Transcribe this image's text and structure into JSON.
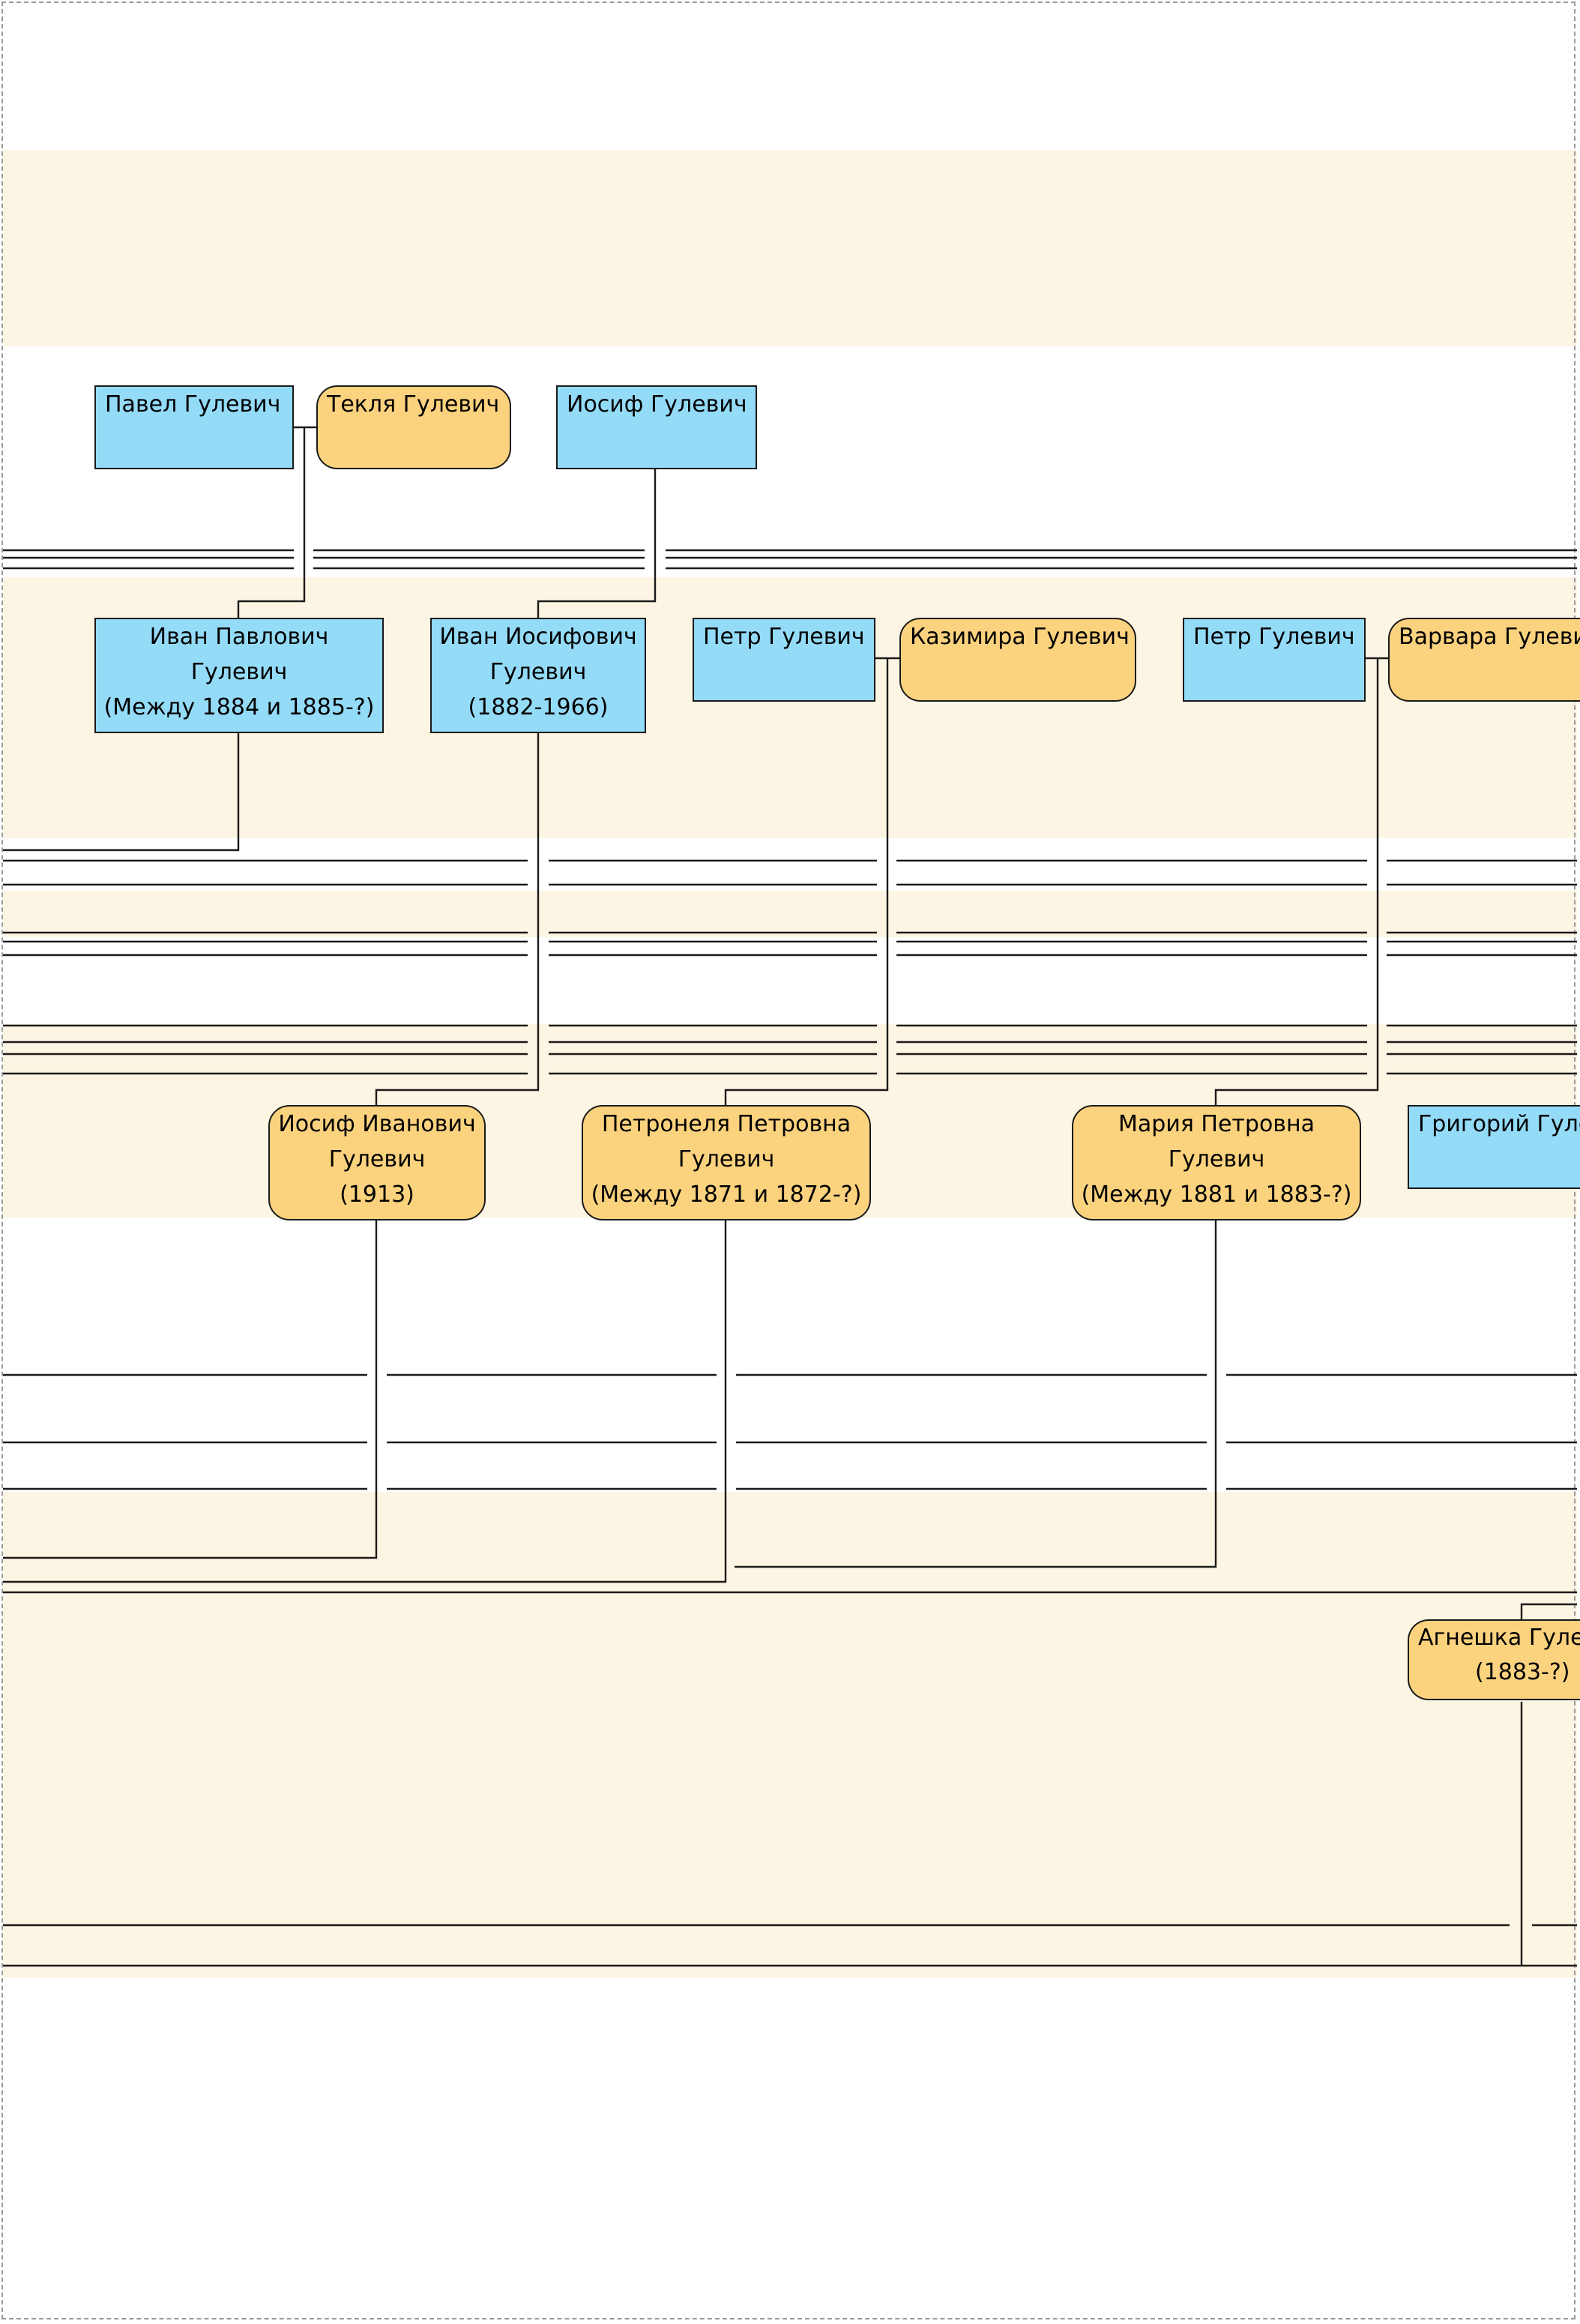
{
  "tree": {
    "people": [
      {
        "id": "pavel",
        "name": "Павел Гулевич",
        "gender": "male"
      },
      {
        "id": "tekla",
        "name": "Текля Гулевич",
        "gender": "female"
      },
      {
        "id": "iosif",
        "name": "Иосиф Гулевич",
        "gender": "male"
      },
      {
        "id": "ivan-pavlovich",
        "name": "Иван Павлович",
        "name2": "Гулевич",
        "dates": "(Между 1884 и 1885-?)",
        "gender": "male"
      },
      {
        "id": "ivan-iosifovich",
        "name": "Иван Иосифович",
        "name2": "Гулевич",
        "dates": "(1882-1966)",
        "gender": "male"
      },
      {
        "id": "petr-1",
        "name": "Петр Гулевич",
        "gender": "male"
      },
      {
        "id": "kazimira",
        "name": "Казимира Гулевич",
        "gender": "female"
      },
      {
        "id": "petr-2",
        "name": "Петр Гулевич",
        "gender": "male"
      },
      {
        "id": "varvara",
        "name": "Варвара Гулевич",
        "gender": "female"
      },
      {
        "id": "iosif-ivanovich",
        "name": "Иосиф Иванович",
        "name2": "Гулевич",
        "dates": "(1913)",
        "gender": "female"
      },
      {
        "id": "petronelya",
        "name": "Петронеля Петровна",
        "name2": "Гулевич",
        "dates": "(Между 1871 и 1872-?)",
        "gender": "female"
      },
      {
        "id": "mariya",
        "name": "Мария Петровна",
        "name2": "Гулевич",
        "dates": "(Между 1881 и 1883-?)",
        "gender": "female"
      },
      {
        "id": "grigoriy",
        "name": "Григорий Гулевич",
        "gender": "male"
      },
      {
        "id": "agneshka",
        "name": "Агнешка Гулевич",
        "dates": "(1883-?)",
        "gender": "female"
      }
    ]
  },
  "colors": {
    "male": "#94dbf8",
    "female": "#fbd27e",
    "band": "#fdf5e3",
    "line": "#1a1a1a"
  }
}
